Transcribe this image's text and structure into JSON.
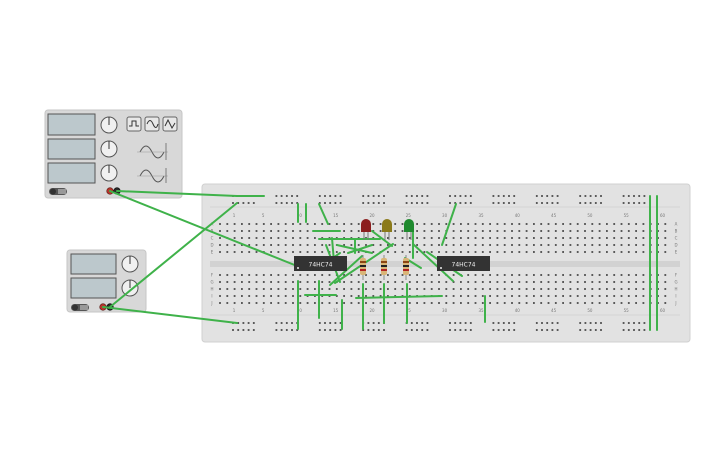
{
  "colors": {
    "background": "#ffffff",
    "breadboard": "#e2e2e2",
    "instrument_panel": "#d8d8d8",
    "lcd_screen": "#bcc8cc",
    "wire": "#3fb24a",
    "chip": "#333333",
    "led_red": "#8b1e1e",
    "led_olive": "#8b7a1a",
    "led_green": "#1f8a2e",
    "terminal_red": "#b5362c",
    "terminal_black": "#2a2a2a",
    "hole": "#4a4a4a"
  },
  "function_generator": {
    "power_switch_icon": "toggle-switch-icon",
    "waveform_buttons": [
      "square-wave-icon",
      "sine-wave-icon",
      "triangle-wave-icon"
    ]
  },
  "power_supply": {
    "power_switch_icon": "toggle-switch-icon"
  },
  "breadboard": {
    "column_numbers": [
      "1",
      "5",
      "10",
      "15",
      "20",
      "25",
      "30",
      "35",
      "40",
      "45",
      "50",
      "55",
      "60"
    ],
    "row_letters_top": [
      "A",
      "B",
      "C",
      "D",
      "E"
    ],
    "row_letters_bottom": [
      "F",
      "G",
      "H",
      "I",
      "J"
    ]
  },
  "chips": [
    {
      "label": "74HC74"
    },
    {
      "label": "74HC74"
    }
  ],
  "leds": [
    {
      "color_name": "red"
    },
    {
      "color_name": "yellow"
    },
    {
      "color_name": "green"
    }
  ]
}
